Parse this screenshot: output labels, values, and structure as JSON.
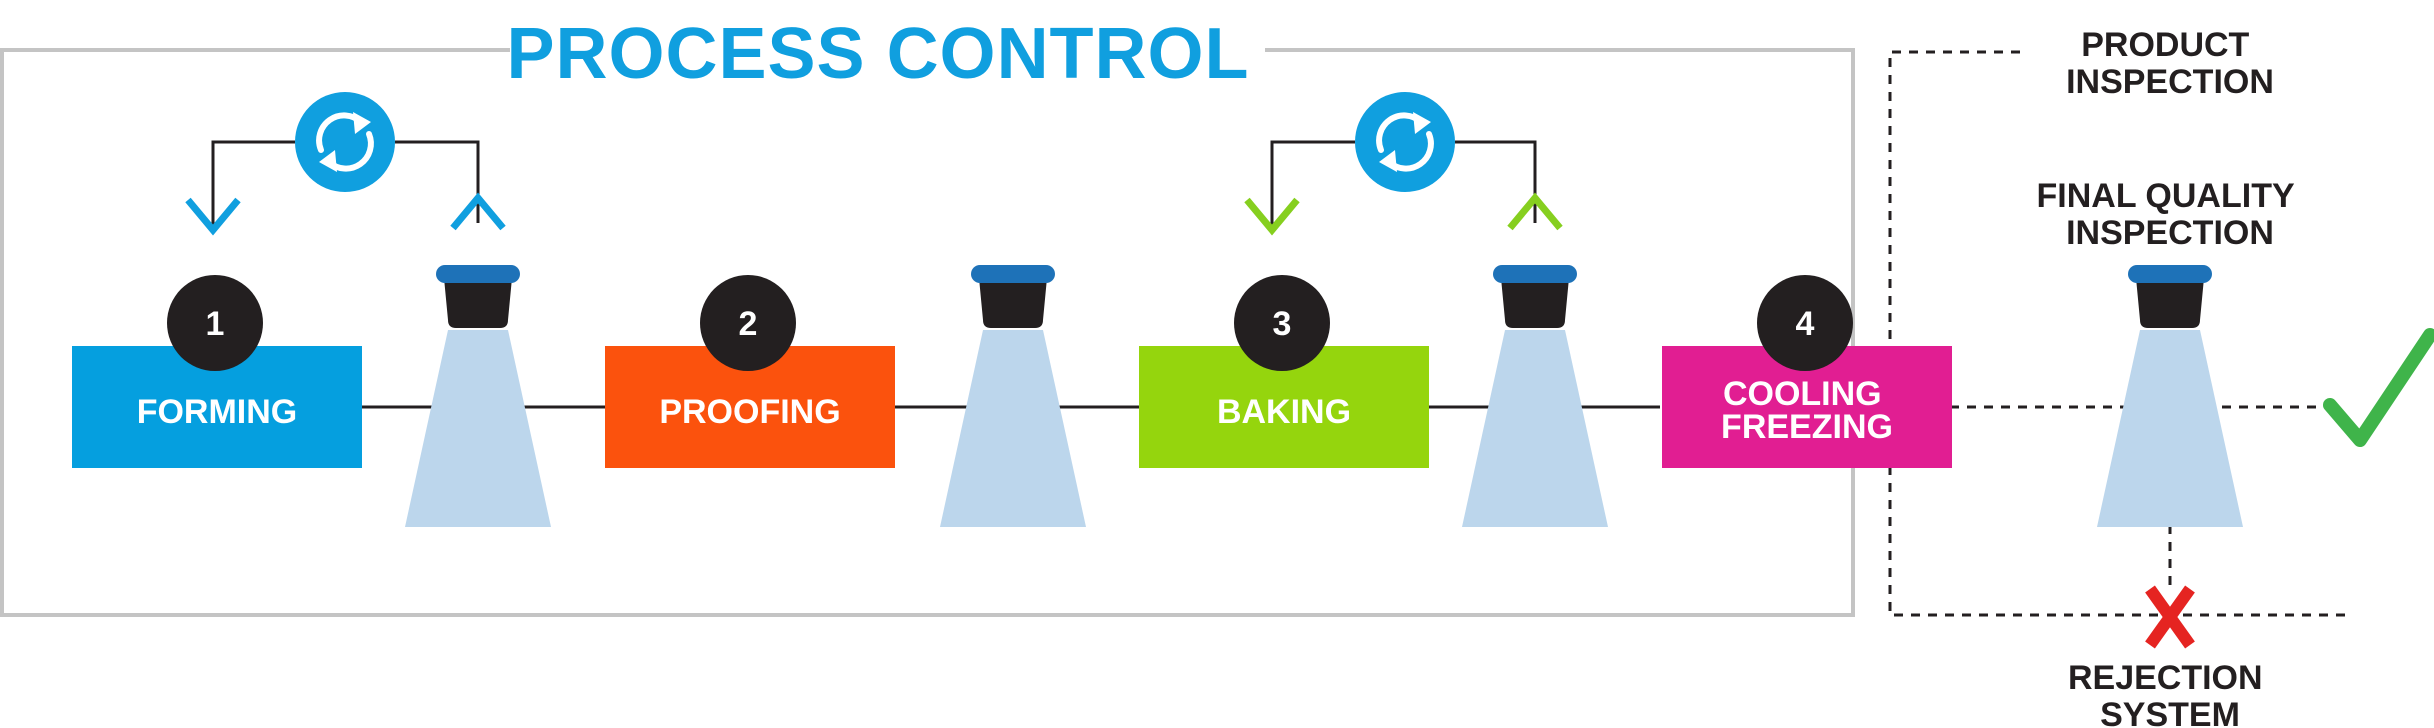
{
  "title": "PROCESS CONTROL",
  "stages": [
    {
      "number": "1",
      "label_lines": [
        "FORMING"
      ],
      "color": "#059fdf"
    },
    {
      "number": "2",
      "label_lines": [
        "PROOFING"
      ],
      "color": "#fb520d"
    },
    {
      "number": "3",
      "label_lines": [
        "BAKING"
      ],
      "color": "#95d50d"
    },
    {
      "number": "4",
      "label_lines": [
        "COOLING",
        "FREEZING"
      ],
      "color": "#e11e92"
    }
  ],
  "product_inspection": {
    "lines": [
      "PRODUCT",
      "INSPECTION"
    ]
  },
  "final_quality_inspection": {
    "lines": [
      "FINAL QUALITY",
      "INSPECTION"
    ]
  },
  "rejection_system": {
    "lines": [
      "REJECTION",
      "SYSTEM"
    ]
  },
  "icons": {
    "feedback_loop": "refresh-loop-icon",
    "sensor": "sensor-camera-icon",
    "accept": "checkmark-icon",
    "reject": "x-mark-icon"
  },
  "colors": {
    "title": "#109fdf",
    "loop_blue": "#109fdf",
    "loop_green": "#86cf1f",
    "sensor_cap": "#1e72b8",
    "sensor_body": "#231f20",
    "sensor_beam": "#bcd6ec",
    "number_circle": "#231f20",
    "frame": "#c4c4c4",
    "accept": "#3fb44a",
    "reject": "#e52421"
  }
}
